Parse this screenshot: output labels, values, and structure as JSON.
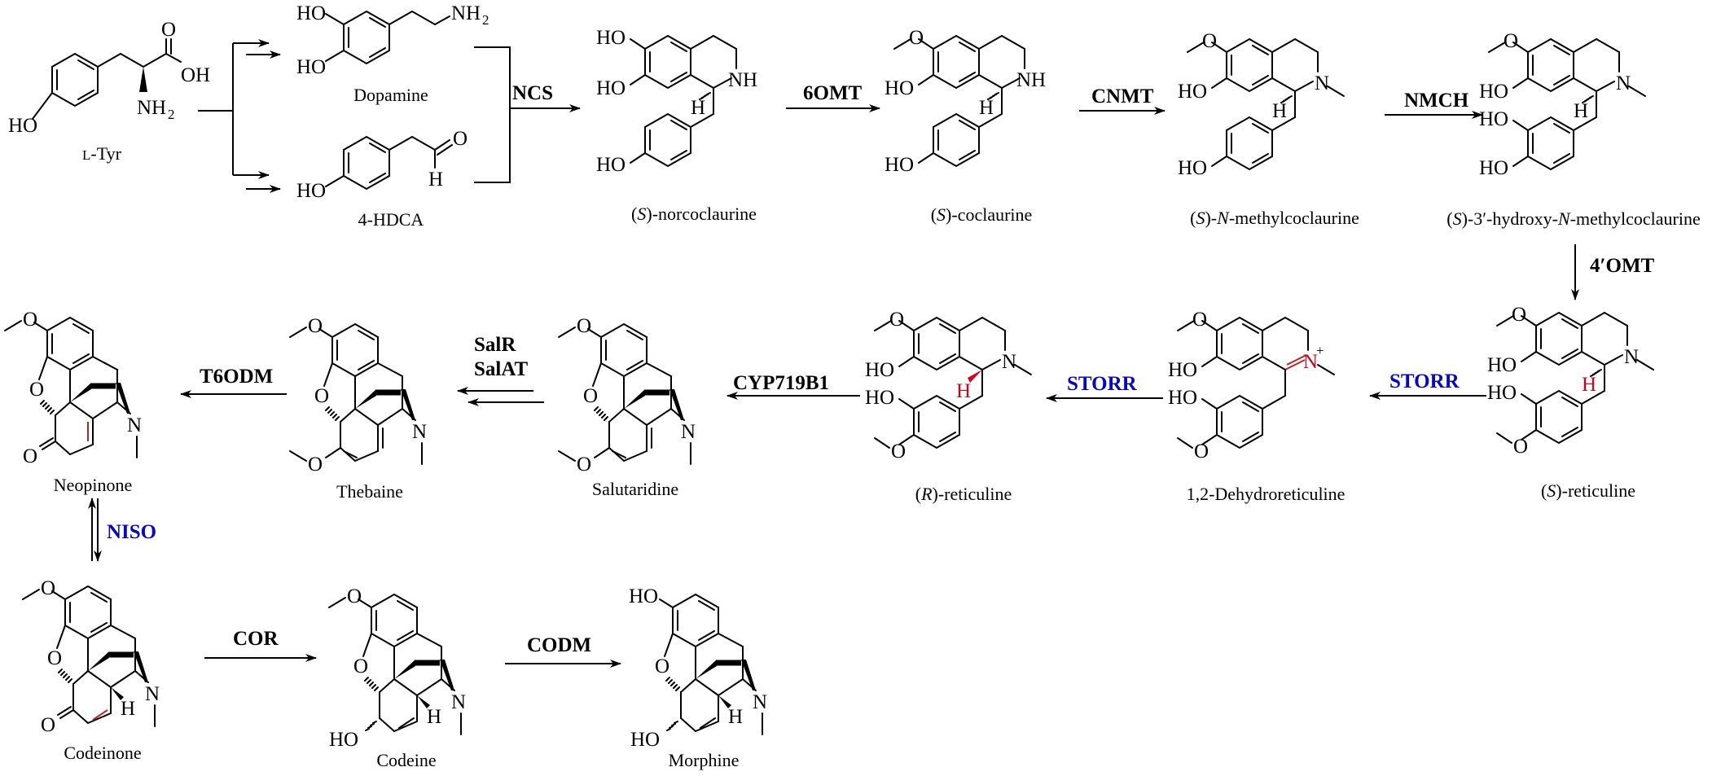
{
  "diagram": {
    "title": "Morphine biosynthesis pathway from L-tyrosine",
    "colors": {
      "line": "#000000",
      "enzyme_highlight": "#0a0ab4",
      "stereo_highlight": "#d0021b",
      "bond_highlight": "#b52626"
    },
    "compounds": {
      "ltyr": {
        "name": "L-Tyr",
        "prefix": "L",
        "suffix": "-Tyr"
      },
      "dopamine": {
        "name": "Dopamine"
      },
      "hdca": {
        "name": "4-HDCA"
      },
      "norcoclaurine": {
        "name": "(S)-norcoclaurine",
        "stereo": "S",
        "suffix": "-norcoclaurine"
      },
      "coclaurine": {
        "name": "(S)-coclaurine",
        "stereo": "S",
        "suffix": "-coclaurine"
      },
      "nmethylcoclaurine": {
        "name": "(S)-N-methylcoclaurine",
        "stereo": "S",
        "mid": "-",
        "n": "N",
        "suffix": "-methylcoclaurine"
      },
      "hydroxynmc": {
        "name": "(S)-3′-hydroxy-N-methylcoclaurine",
        "stereo": "S",
        "mid": "-3′-hydroxy-",
        "n": "N",
        "suffix": "-methylcoclaurine"
      },
      "sreticuline": {
        "name": "(S)-reticuline",
        "stereo": "S",
        "suffix": "-reticuline"
      },
      "dehydroreticuline": {
        "name": "1,2-Dehydroreticuline"
      },
      "rreticuline": {
        "name": "(R)-reticuline",
        "stereo": "R",
        "suffix": "-reticuline"
      },
      "salutaridine": {
        "name": "Salutaridine"
      },
      "thebaine": {
        "name": "Thebaine"
      },
      "neopinone": {
        "name": "Neopinone"
      },
      "codeinone": {
        "name": "Codeinone"
      },
      "codeine": {
        "name": "Codeine"
      },
      "morphine": {
        "name": "Morphine"
      }
    },
    "atoms": {
      "HO": "HO",
      "OH": "OH",
      "O": "O",
      "N": "N",
      "NH": "NH",
      "H": "H",
      "NH2": "NH",
      "sub2": "2",
      "plus": "+"
    },
    "enzymes": {
      "ncs": "NCS",
      "omt6": "6OMT",
      "cnmt": "CNMT",
      "nmch": "NMCH",
      "omt4": "4′OMT",
      "storr1": "STORR",
      "storr2": "STORR",
      "cyp": "CYP719B1",
      "salr": "SalR",
      "salat": "SalAT",
      "t6odm": "T6ODM",
      "niso": "NISO",
      "cor": "COR",
      "codm": "CODM"
    },
    "steps": [
      {
        "from": "L-Tyr",
        "to": "Dopamine",
        "enzyme": "",
        "multi_step": true
      },
      {
        "from": "L-Tyr",
        "to": "4-HDCA",
        "enzyme": "",
        "multi_step": true
      },
      {
        "from": "Dopamine + 4-HDCA",
        "to": "(S)-norcoclaurine",
        "enzyme": "NCS"
      },
      {
        "from": "(S)-norcoclaurine",
        "to": "(S)-coclaurine",
        "enzyme": "6OMT"
      },
      {
        "from": "(S)-coclaurine",
        "to": "(S)-N-methylcoclaurine",
        "enzyme": "CNMT"
      },
      {
        "from": "(S)-N-methylcoclaurine",
        "to": "(S)-3′-hydroxy-N-methylcoclaurine",
        "enzyme": "NMCH"
      },
      {
        "from": "(S)-3′-hydroxy-N-methylcoclaurine",
        "to": "(S)-reticuline",
        "enzyme": "4′OMT"
      },
      {
        "from": "(S)-reticuline",
        "to": "1,2-Dehydroreticuline",
        "enzyme": "STORR",
        "highlight": true
      },
      {
        "from": "1,2-Dehydroreticuline",
        "to": "(R)-reticuline",
        "enzyme": "STORR",
        "highlight": true
      },
      {
        "from": "(R)-reticuline",
        "to": "Salutaridine",
        "enzyme": "CYP719B1"
      },
      {
        "from": "Salutaridine",
        "to": "Thebaine",
        "enzyme": "SalR, SalAT",
        "multi_step": true
      },
      {
        "from": "Thebaine",
        "to": "Neopinone",
        "enzyme": "T6ODM"
      },
      {
        "from": "Neopinone",
        "to": "Codeinone",
        "enzyme": "NISO",
        "reversible": true,
        "highlight": true
      },
      {
        "from": "Codeinone",
        "to": "Codeine",
        "enzyme": "COR"
      },
      {
        "from": "Codeine",
        "to": "Morphine",
        "enzyme": "CODM"
      }
    ]
  }
}
